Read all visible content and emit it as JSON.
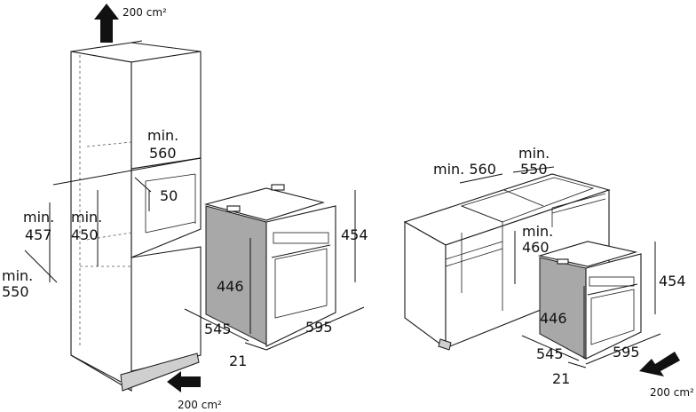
{
  "airflow": {
    "top": "200 cm²",
    "bottom_left": "200 cm²",
    "bottom_right": "200 cm²"
  },
  "tall_cabinet": {
    "min_560_prefix": "min.",
    "min_560_value": "560",
    "gap_50": "50",
    "min_457_prefix": "min.",
    "min_457_value": "457",
    "min_450_prefix": "min.",
    "min_450_value": "450",
    "min_550_prefix": "min.",
    "min_550_value": "550"
  },
  "oven_left": {
    "height": "454",
    "inner_height": "446",
    "depth": "545",
    "width": "595",
    "front": "21"
  },
  "base_cabinet": {
    "min_560": "min. 560",
    "min_550_prefix": "min.",
    "min_550_value": "550",
    "min_460_prefix": "min.",
    "min_460_value": "460"
  },
  "oven_right": {
    "height": "454",
    "inner_height": "446",
    "depth": "545",
    "width": "595",
    "front": "21"
  }
}
